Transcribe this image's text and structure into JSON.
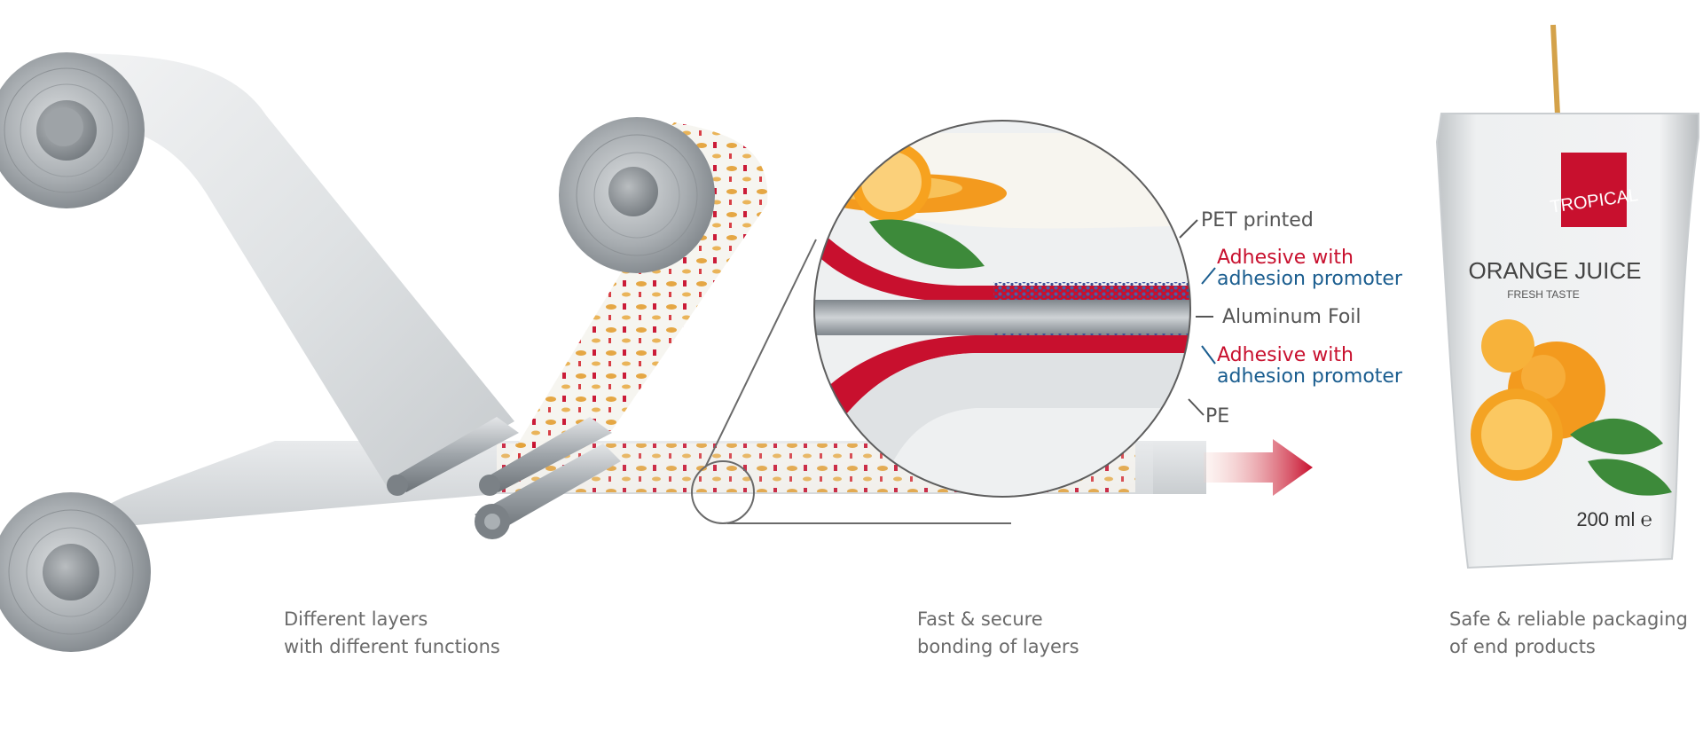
{
  "layer_labels": {
    "pet": "PET printed",
    "adhesive_top": {
      "line1": "Adhesive with",
      "line2": "adhesion promoter"
    },
    "foil": "Aluminum Foil",
    "adhesive_bottom": {
      "line1": "Adhesive with",
      "line2": "adhesion promoter"
    },
    "pe": "PE"
  },
  "package": {
    "brand": "TROPICAL",
    "product": "ORANGE JUICE",
    "tagline": "FRESH TASTE",
    "volume": "200 ml ℮"
  },
  "captions": [
    {
      "line1": "Different layers",
      "line2": "with different functions"
    },
    {
      "line1": "Fast & secure",
      "line2": "bonding of layers"
    },
    {
      "line1": "Safe & reliable packaging",
      "line2": "of end products"
    }
  ],
  "colors": {
    "adhesive_red": "#c8102e",
    "promoter_blue": "#1a5d8f",
    "label_gray": "#555555",
    "caption_gray": "#6b6b6b",
    "foil_gray": "#8e959b",
    "orange": "#f39a1e",
    "leaf_green": "#3d8a3a"
  }
}
